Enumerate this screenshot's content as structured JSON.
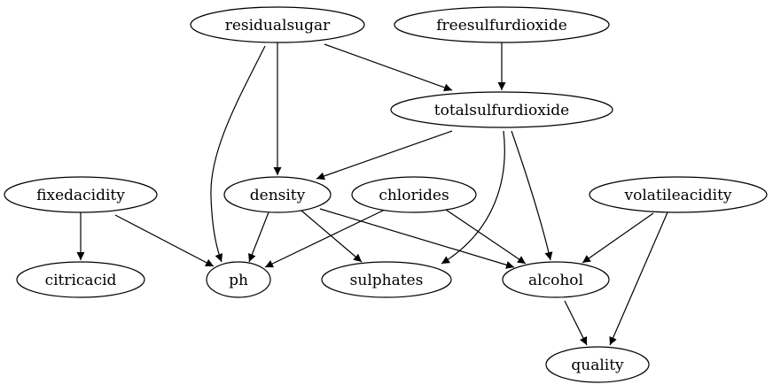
{
  "diagram": {
    "nodes": [
      {
        "id": "residualsugar",
        "label": "residualsugar"
      },
      {
        "id": "freesulfurdioxide",
        "label": "freesulfurdioxide"
      },
      {
        "id": "totalsulfurdioxide",
        "label": "totalsulfurdioxide"
      },
      {
        "id": "fixedacidity",
        "label": "fixedacidity"
      },
      {
        "id": "density",
        "label": "density"
      },
      {
        "id": "chlorides",
        "label": "chlorides"
      },
      {
        "id": "volatileacidity",
        "label": "volatileacidity"
      },
      {
        "id": "citricacid",
        "label": "citricacid"
      },
      {
        "id": "ph",
        "label": "ph"
      },
      {
        "id": "sulphates",
        "label": "sulphates"
      },
      {
        "id": "alcohol",
        "label": "alcohol"
      },
      {
        "id": "quality",
        "label": "quality"
      }
    ],
    "edges": [
      {
        "from": "residualsugar",
        "to": "ph"
      },
      {
        "from": "residualsugar",
        "to": "density"
      },
      {
        "from": "residualsugar",
        "to": "totalsulfurdioxide"
      },
      {
        "from": "freesulfurdioxide",
        "to": "totalsulfurdioxide"
      },
      {
        "from": "totalsulfurdioxide",
        "to": "density"
      },
      {
        "from": "totalsulfurdioxide",
        "to": "sulphates"
      },
      {
        "from": "totalsulfurdioxide",
        "to": "alcohol"
      },
      {
        "from": "fixedacidity",
        "to": "citricacid"
      },
      {
        "from": "fixedacidity",
        "to": "ph"
      },
      {
        "from": "density",
        "to": "ph"
      },
      {
        "from": "density",
        "to": "sulphates"
      },
      {
        "from": "density",
        "to": "alcohol"
      },
      {
        "from": "chlorides",
        "to": "ph"
      },
      {
        "from": "chlorides",
        "to": "alcohol"
      },
      {
        "from": "volatileacidity",
        "to": "alcohol"
      },
      {
        "from": "volatileacidity",
        "to": "quality"
      },
      {
        "from": "alcohol",
        "to": "quality"
      }
    ]
  }
}
